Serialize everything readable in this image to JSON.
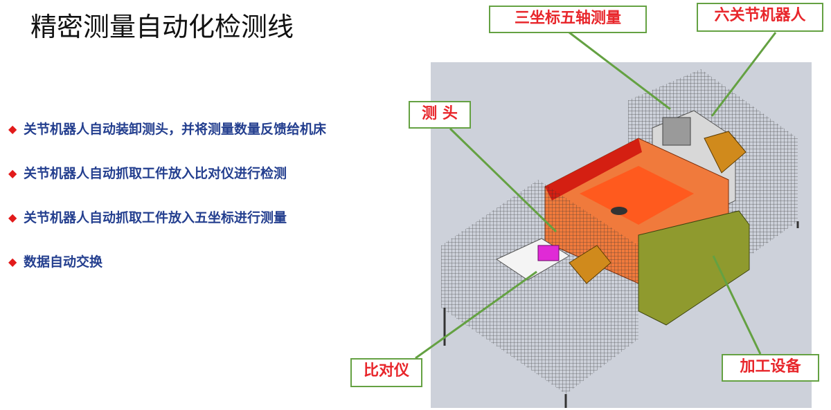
{
  "title": "精密测量自动化检测线",
  "bullets": [
    {
      "text": "关节机器人自动装卸测头，并将测量数量反馈给机床"
    },
    {
      "text": "关节机器人自动抓取工件放入比对仪进行检测"
    },
    {
      "text": "关节机器人自动抓取工件放入五坐标进行测量"
    },
    {
      "text": "数据自动交换"
    }
  ],
  "callouts": {
    "cmm": "三坐标五轴测量",
    "robot": "六关节机器人",
    "probe": "测 头",
    "comparator": "比对仪",
    "machining": "加工设备"
  },
  "colors": {
    "callout_border": "#64a142",
    "callout_text": "#e8262b",
    "bullet_text": "#243f8f",
    "bullet_marker": "#e21b1b"
  }
}
